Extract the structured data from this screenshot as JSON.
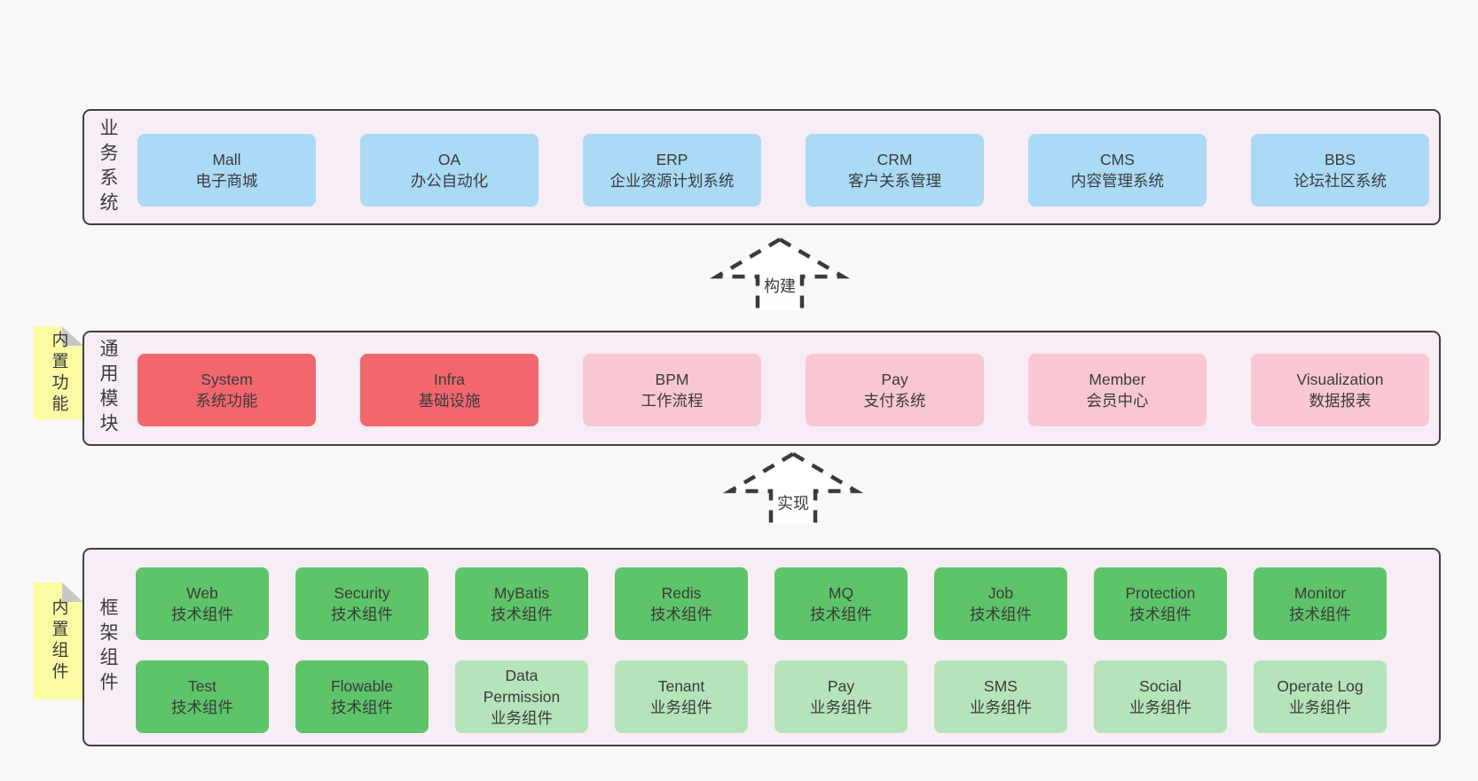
{
  "colors": {
    "page_bg": "#f8f8f8",
    "band_bg": "#f7edf5",
    "band_border": "#3f3f3f",
    "business_box_blue": "#aadaf5",
    "core_module_red": "#f2676e",
    "module_pink": "#f9c7d3",
    "tech_component_green": "#5ec46a",
    "biz_component_light_green": "#b6e4ba",
    "sticky_yellow": "#fbfba3",
    "sticky_fold_grey": "#c8c8c8",
    "text": "#3b3b3b"
  },
  "stickies": [
    {
      "label": "内置功能"
    },
    {
      "label": "内置组件"
    }
  ],
  "arrows": [
    {
      "label": "构建"
    },
    {
      "label": "实现"
    }
  ],
  "bands": [
    {
      "label": "业务系统",
      "boxes": [
        {
          "title": "Mall",
          "subtitle": "电子商城"
        },
        {
          "title": "OA",
          "subtitle": "办公自动化"
        },
        {
          "title": "ERP",
          "subtitle": "企业资源计划系统"
        },
        {
          "title": "CRM",
          "subtitle": "客户关系管理"
        },
        {
          "title": "CMS",
          "subtitle": "内容管理系统"
        },
        {
          "title": "BBS",
          "subtitle": "论坛社区系统"
        }
      ]
    },
    {
      "label": "通用模块",
      "boxes": [
        {
          "title": "System",
          "subtitle": "系统功能"
        },
        {
          "title": "Infra",
          "subtitle": "基础设施"
        },
        {
          "title": "BPM",
          "subtitle": "工作流程"
        },
        {
          "title": "Pay",
          "subtitle": "支付系统"
        },
        {
          "title": "Member",
          "subtitle": "会员中心"
        },
        {
          "title": "Visualization",
          "subtitle": "数据报表"
        }
      ]
    },
    {
      "label": "框架组件",
      "boxes": [
        {
          "title": "Web",
          "subtitle": "技术组件"
        },
        {
          "title": "Security",
          "subtitle": "技术组件"
        },
        {
          "title": "MyBatis",
          "subtitle": "技术组件"
        },
        {
          "title": "Redis",
          "subtitle": "技术组件"
        },
        {
          "title": "MQ",
          "subtitle": "技术组件"
        },
        {
          "title": "Job",
          "subtitle": "技术组件"
        },
        {
          "title": "Protection",
          "subtitle": "技术组件"
        },
        {
          "title": "Monitor",
          "subtitle": "技术组件"
        },
        {
          "title": "Test",
          "subtitle": "技术组件"
        },
        {
          "title": "Flowable",
          "subtitle": "技术组件"
        },
        {
          "title": "Data Permission",
          "subtitle": "业务组件"
        },
        {
          "title": "Tenant",
          "subtitle": "业务组件"
        },
        {
          "title": "Pay",
          "subtitle": "业务组件"
        },
        {
          "title": "SMS",
          "subtitle": "业务组件"
        },
        {
          "title": "Social",
          "subtitle": "业务组件"
        },
        {
          "title": "Operate Log",
          "subtitle": "业务组件"
        }
      ]
    }
  ]
}
